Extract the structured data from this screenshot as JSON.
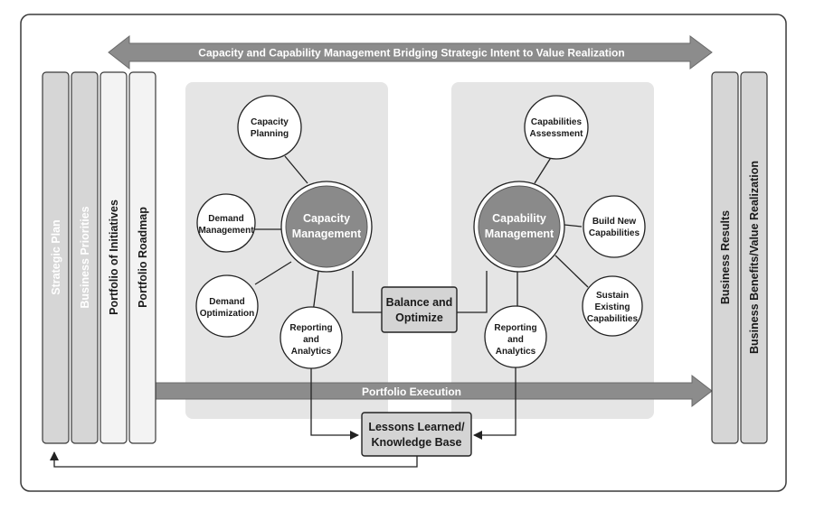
{
  "top_arrow": "Capacity and Capability Management Bridging Strategic Intent to Value Realization",
  "left_columns": [
    "Strategic Plan",
    "Business Priorities",
    "Portfolio of Initiatives",
    "Portfolio Roadmap"
  ],
  "right_columns": [
    "Business Results",
    "Business Benefits/Value Realization"
  ],
  "capacity_hub": [
    "Capacity",
    "Management"
  ],
  "capacity_nodes": {
    "planning": [
      "Capacity",
      "Planning"
    ],
    "demand_mgmt": [
      "Demand",
      "Management"
    ],
    "demand_opt": [
      "Demand",
      "Optimization"
    ],
    "reporting": [
      "Reporting",
      "and",
      "Analytics"
    ]
  },
  "capability_hub": [
    "Capability",
    "Management"
  ],
  "capability_nodes": {
    "assessment": [
      "Capabilities",
      "Assessment"
    ],
    "build": [
      "Build New",
      "Capabilities"
    ],
    "sustain": [
      "Sustain",
      "Existing",
      "Capabilities"
    ],
    "reporting": [
      "Reporting",
      "and",
      "Analytics"
    ]
  },
  "balance_box": [
    "Balance and",
    "Optimize"
  ],
  "portfolio_execution": "Portfolio Execution",
  "lessons_box": [
    "Lessons Learned/",
    "Knowledge Base"
  ],
  "colors": {
    "dark_gray": "#808080",
    "panel_gray": "#e5e5e5",
    "column_light": "#f3f3f3",
    "column_mid": "#d6d6d6",
    "box_fill": "#d4d4d4",
    "hub_fill": "#8a8a8a"
  }
}
